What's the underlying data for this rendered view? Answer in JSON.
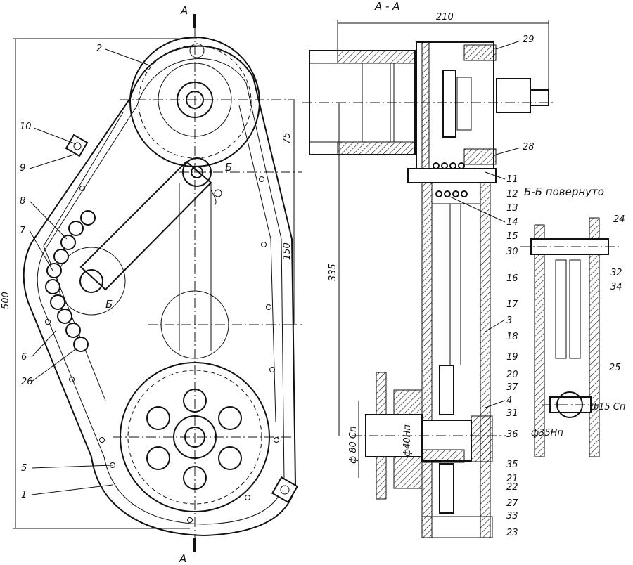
{
  "section_marks": {
    "top": "А",
    "bottom": "А"
  },
  "section_title": "А - А",
  "section_bb_title": "Б-Б повернуто",
  "detail_mark": "Б",
  "dimensions": {
    "overall_width": "210",
    "height_total": "500",
    "span_335": "335",
    "span_75": "75",
    "span_150": "150",
    "dia_80": "ф 80 Сп",
    "dia_40": "ф40Нп",
    "dia_15": "ф15 Сп",
    "dia_35": "ф35Нп"
  },
  "callouts": {
    "c1": "1",
    "c2": "2",
    "c3": "3",
    "c4": "4",
    "c5": "5",
    "c6": "6",
    "c7": "7",
    "c8": "8",
    "c9": "9",
    "c10": "10",
    "c11": "11",
    "c12": "12",
    "c13": "13",
    "c14": "14",
    "c15": "15",
    "c16": "16",
    "c17": "17",
    "c18": "18",
    "c19": "19",
    "c20": "20",
    "c21": "21",
    "c22": "22",
    "c23": "23",
    "c24": "24",
    "c25": "25",
    "c26": "26",
    "c27": "27",
    "c28": "28",
    "c29": "29",
    "c30": "30",
    "c31": "31",
    "c32": "32",
    "c33": "33",
    "c34": "34",
    "c35": "35",
    "c36": "36",
    "c37": "37"
  }
}
